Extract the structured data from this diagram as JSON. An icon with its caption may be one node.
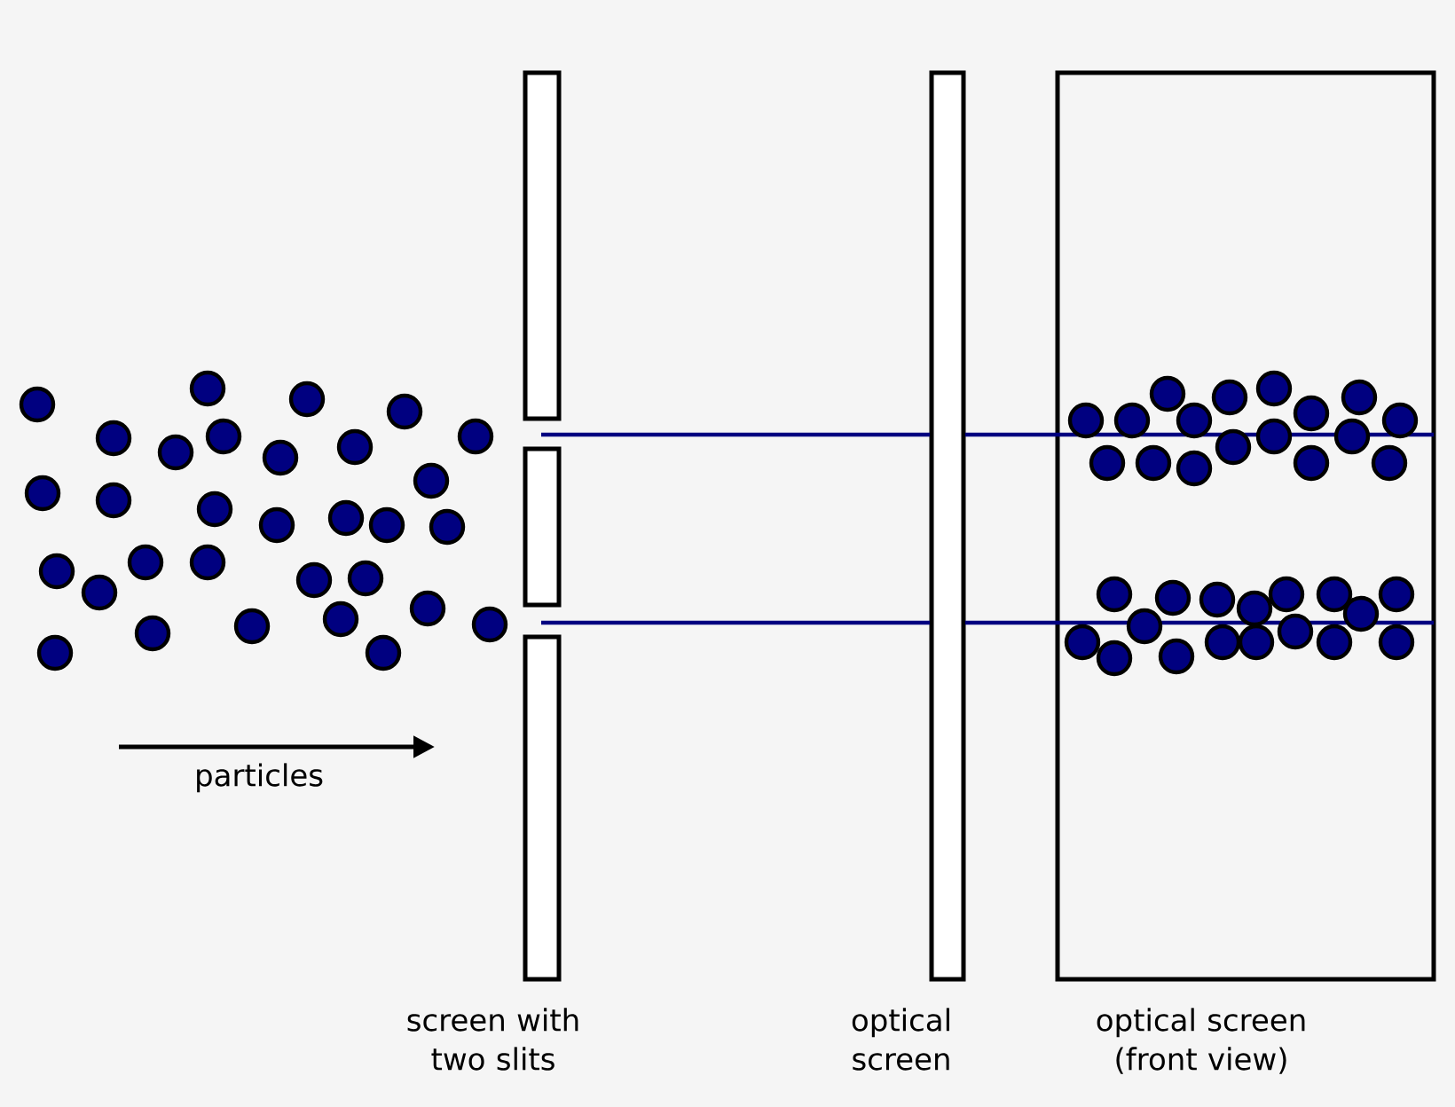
{
  "diagram": {
    "nodes": [
      {
        "text": [
          "screen with two slits"
        ]
      },
      {
        "text": [
          "optical screen"
        ]
      },
      {
        "text": [
          "optical screen (front view)"
        ]
      }
    ],
    "edges": [
      {
        "from": 0,
        "to": 1,
        "arrow": "none"
      },
      {
        "from": 1,
        "to": 2,
        "arrow": "none"
      },
      {
        "from": 0,
        "to": 1,
        "arrow": "none"
      },
      {
        "from": 1,
        "to": 2,
        "arrow": "none"
      }
    ],
    "labels": [
      "particles"
    ]
  }
}
